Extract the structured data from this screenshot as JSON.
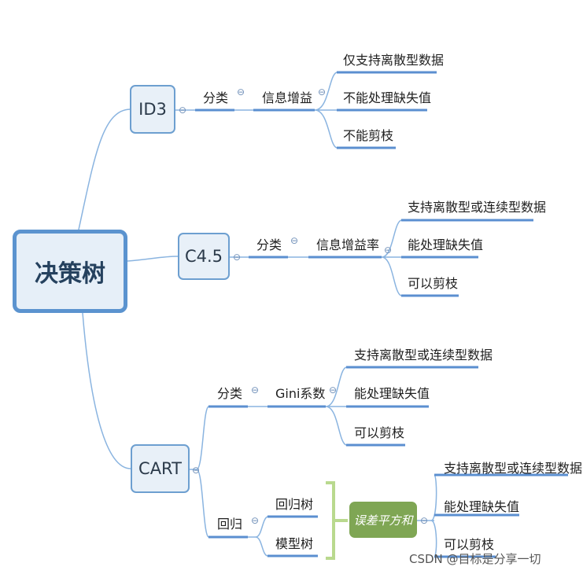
{
  "root": {
    "label": "决策树"
  },
  "branches": {
    "id3": {
      "label": "ID3",
      "split": "分类",
      "criterion": "信息增益",
      "notes": [
        "仅支持离散型数据",
        "不能处理缺失值",
        "不能剪枝"
      ]
    },
    "c45": {
      "label": "C4.5",
      "split": "分类",
      "criterion": "信息增益率",
      "notes": [
        "支持离散型或连续型数据",
        "能处理缺失值",
        "可以剪枝"
      ]
    },
    "cart": {
      "label": "CART",
      "classification": {
        "split": "分类",
        "criterion": "Gini系数",
        "notes": [
          "支持离散型或连续型数据",
          "能处理缺失值",
          "可以剪枝"
        ]
      },
      "regression": {
        "split": "回归",
        "trees": [
          "回归树",
          "模型树"
        ],
        "criterion": "误差平方和",
        "notes": [
          "支持离散型或连续型数据",
          "能处理缺失值",
          "可以剪枝"
        ]
      }
    }
  },
  "toggle_symbol": "⊖",
  "watermark": "CSDN @目标是分享一切",
  "colors": {
    "line": "#8ab4e0",
    "underline": "#5b8fd0",
    "brace": "#b9d98e",
    "green_node": "#7fa654"
  }
}
